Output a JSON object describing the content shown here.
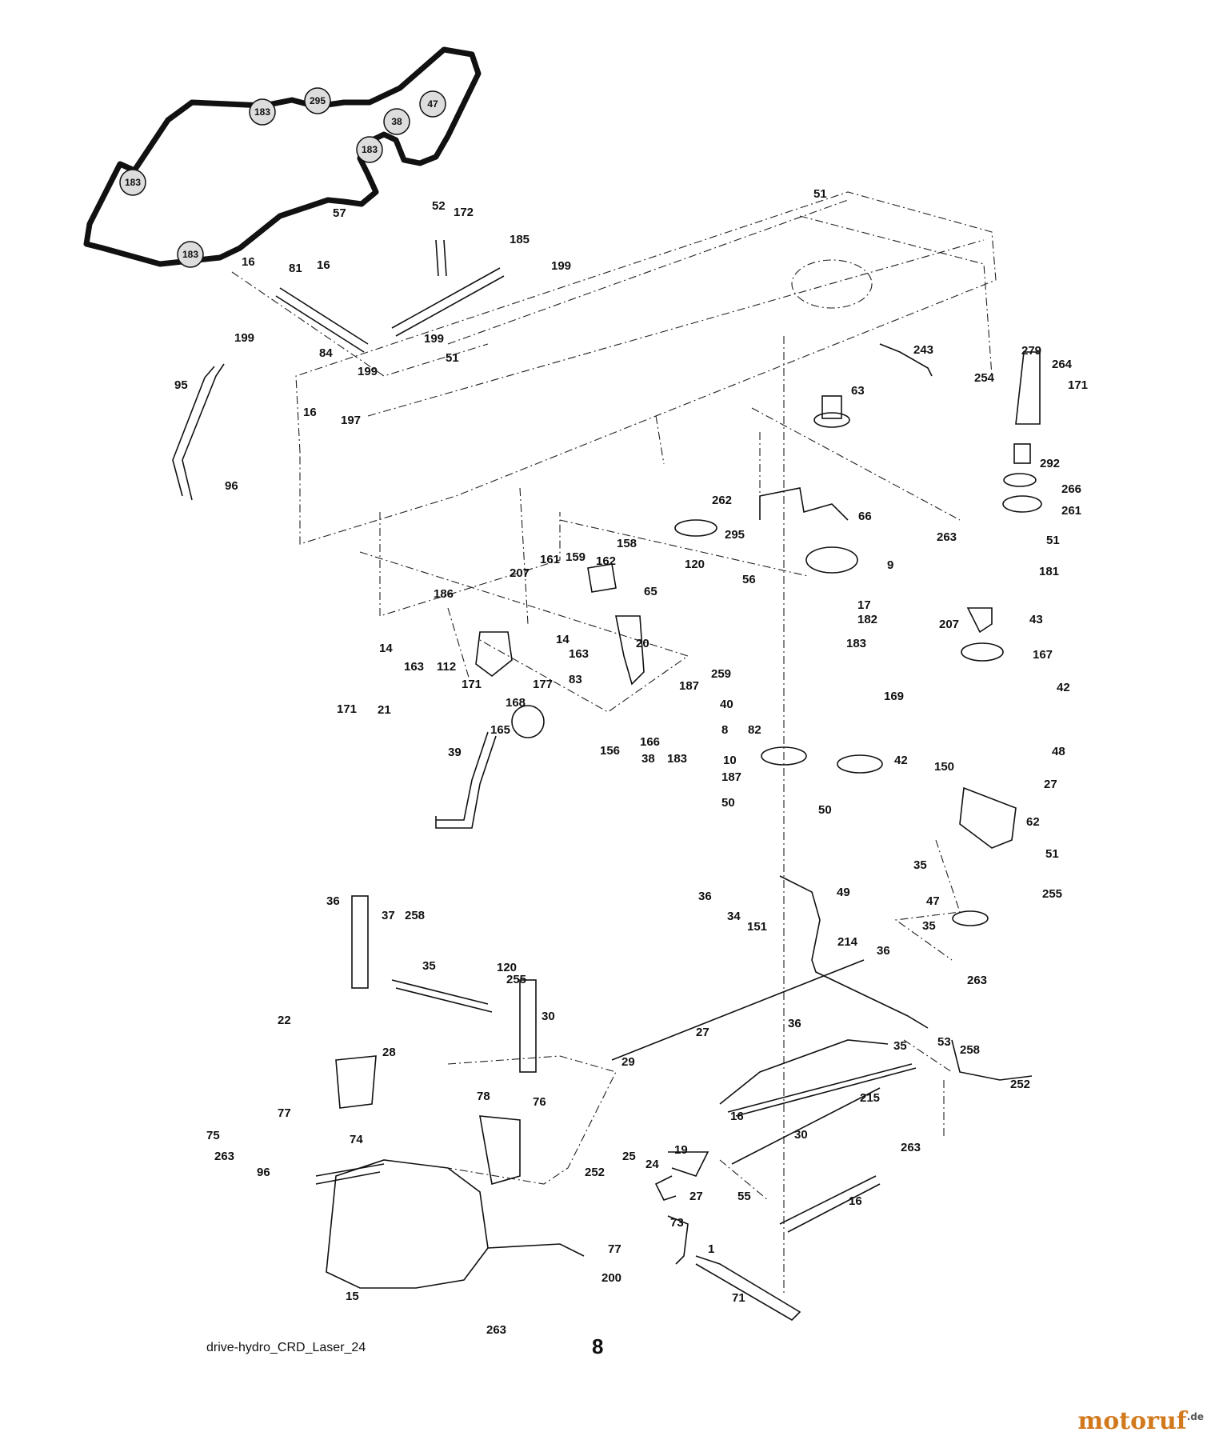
{
  "caption": "drive-hydro_CRD_Laser_24",
  "page_number": "8",
  "watermark": {
    "name": "motoruf",
    "tld": ".de",
    "color": "#d2791d"
  },
  "belt_pulleys": [
    "183",
    "295",
    "47",
    "38",
    "183",
    "183",
    "183"
  ],
  "callouts": [
    "57",
    "51",
    "52",
    "172",
    "185",
    "199",
    "16",
    "81",
    "16",
    "199",
    "84",
    "199",
    "51",
    "199",
    "95",
    "16",
    "197",
    "96",
    "243",
    "254",
    "63",
    "279",
    "264",
    "171",
    "292",
    "266",
    "262",
    "261",
    "66",
    "295",
    "263",
    "51",
    "120",
    "56",
    "9",
    "181",
    "158",
    "207",
    "161",
    "159",
    "162",
    "65",
    "17",
    "182",
    "43",
    "207",
    "186",
    "14",
    "163",
    "112",
    "14",
    "163",
    "83",
    "20",
    "183",
    "167",
    "171",
    "177",
    "259",
    "169",
    "171",
    "21",
    "168",
    "187",
    "42",
    "40",
    "8",
    "82",
    "165",
    "156",
    "166",
    "38",
    "183",
    "10",
    "42",
    "39",
    "187",
    "50",
    "50",
    "150",
    "48",
    "27",
    "62",
    "35",
    "36",
    "34",
    "151",
    "49",
    "51",
    "47",
    "255",
    "35",
    "36",
    "37",
    "258",
    "214",
    "36",
    "35",
    "120",
    "255",
    "263",
    "30",
    "22",
    "28",
    "27",
    "36",
    "35",
    "53",
    "258",
    "252",
    "29",
    "215",
    "16",
    "30",
    "78",
    "76",
    "77",
    "75",
    "74",
    "263",
    "96",
    "252",
    "25",
    "24",
    "19",
    "27",
    "55",
    "263",
    "16",
    "73",
    "77",
    "1",
    "200",
    "15",
    "71",
    "263"
  ]
}
